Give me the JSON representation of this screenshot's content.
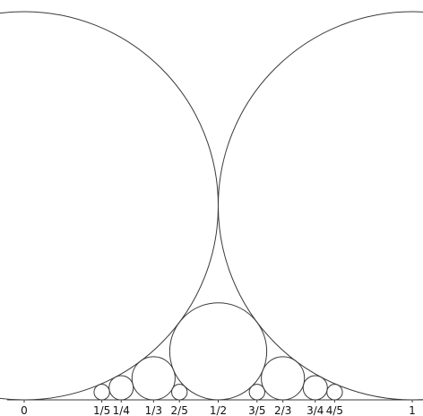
{
  "axis": {
    "ticks": [
      {
        "value": 0,
        "label": "0"
      },
      {
        "value": 0.2,
        "label": "1/5"
      },
      {
        "value": 0.25,
        "label": "1/4"
      },
      {
        "value": 0.3333,
        "label": "1/3"
      },
      {
        "value": 0.4,
        "label": "2/5"
      },
      {
        "value": 0.5,
        "label": "1/2"
      },
      {
        "value": 0.6,
        "label": "3/5"
      },
      {
        "value": 0.6667,
        "label": "2/3"
      },
      {
        "value": 0.75,
        "label": "3/4"
      },
      {
        "value": 0.8,
        "label": "4/5"
      },
      {
        "value": 1,
        "label": "1"
      }
    ]
  },
  "circles": [
    {
      "p": 0,
      "q": 1
    },
    {
      "p": 1,
      "q": 1
    },
    {
      "p": 1,
      "q": 2
    },
    {
      "p": 1,
      "q": 3
    },
    {
      "p": 2,
      "q": 3
    },
    {
      "p": 1,
      "q": 4
    },
    {
      "p": 3,
      "q": 4
    },
    {
      "p": 1,
      "q": 5
    },
    {
      "p": 2,
      "q": 5
    },
    {
      "p": 3,
      "q": 5
    },
    {
      "p": 4,
      "q": 5
    }
  ]
}
